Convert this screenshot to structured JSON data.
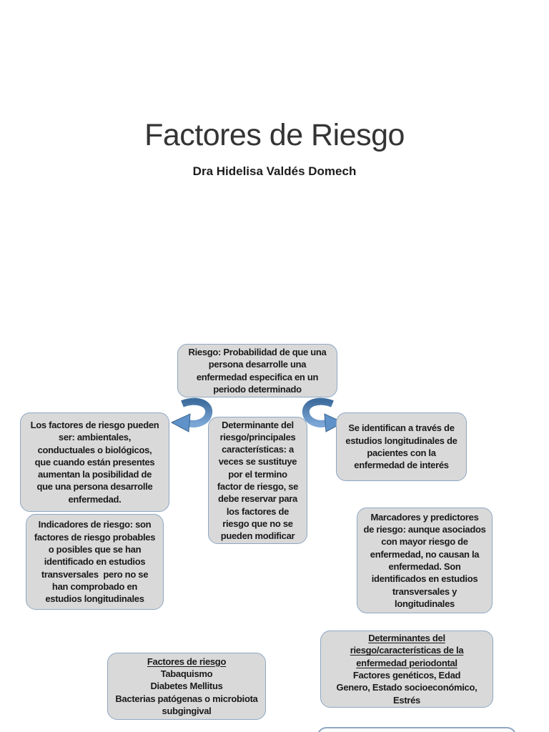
{
  "slide": {
    "title": "Factores de Riesgo",
    "subtitle": "Dra Hidelisa Valdés Domech"
  },
  "colors": {
    "box_fill": "#d9d9d9",
    "box_border": "#8ea7c4",
    "arrow_blue_dark": "#3e6d9e",
    "arrow_blue_light": "#7ba6d6",
    "text": "#1a1a1a"
  },
  "boxes": {
    "riesgo": {
      "text": "Riesgo: Probabilidad de que una\npersona desarrolle una\nenfermedad especifica en un\nperiodo determinado"
    },
    "factores": {
      "text": "Los factores de riesgo pueden\nser: ambientales,\nconductuales o biológicos,\nque cuando están presentes\naumentan la posibilidad de\nque una persona desarrolle\nenfermedad."
    },
    "determinante": {
      "text": "Determinante del\nriesgo/principales\ncaracterísticas: a\nveces se sustituye\npor el termino\nfactor de riesgo, se\ndebe reservar para\nlos factores de\nriesgo que no se\npueden modificar"
    },
    "identifican": {
      "text": "Se identifican a través de\nestudios longitudinales de\npacientes con la\nenfermedad de interés"
    },
    "indicadores": {
      "text": "Indicadores de riesgo: son\nfactores de riesgo probables\no posibles que se han\nidentificado en estudios\ntransversales  pero no se\nhan comprobado en\nestudios longitudinales"
    },
    "marcadores": {
      "text": "Marcadores y predictores\nde riesgo: aunque asociados\ncon mayor riesgo de\nenfermedad, no causan la\nenfermedad. Son\nidentificados en estudios\ntransversales y\nlongitudinales"
    },
    "factores_lista": {
      "heading": "Factores de riesgo",
      "body": "Tabaquismo\nDiabetes Mellitus\nBacterias patógenas o microbiota\nsubgingival"
    },
    "determinantes_lista": {
      "heading": "Determinantes del\nriesgo/características de la\nenfermedad periodontal",
      "body": "Factores genéticos, Edad\nGenero, Estado socioeconómico,\nEstrés"
    }
  }
}
